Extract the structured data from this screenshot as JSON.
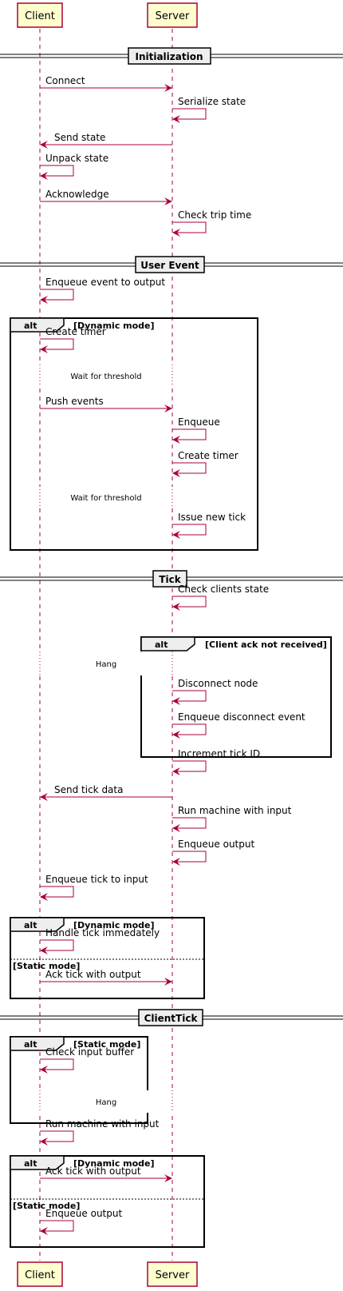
{
  "participants": [
    {
      "id": "client",
      "label": "Client"
    },
    {
      "id": "server",
      "label": "Server"
    }
  ],
  "colors": {
    "participant_fill": "#FEFECE",
    "participant_border": "#A80036",
    "lifeline": "#A80036",
    "arrow": "#A80036",
    "separator_fill": "#EEEEEE",
    "group_tab_fill": "#EEEEEE"
  },
  "separators": [
    "Initialization",
    "User Event",
    "Tick",
    "ClientTick"
  ],
  "messages": [
    "Connect",
    "Serialize state",
    "Send state",
    "Unpack state",
    "Acknowledge",
    "Check trip time",
    "Enqueue event to output",
    "Create timer",
    "Push events",
    "Enqueue",
    "Create timer",
    "Issue new tick",
    "Check clients state",
    "Disconnect node",
    "Enqueue disconnect event",
    "Increment tick ID",
    "Send tick data",
    "Run machine with input",
    "Enqueue output",
    "Enqueue tick to input",
    "Handle tick immedately",
    "Ack tick with output",
    "Check input buffer",
    "Run machine with input",
    "Ack tick with output",
    "Enqueue output"
  ],
  "delays": [
    "Wait for threshold",
    "Wait for threshold",
    "Hang",
    "Hang"
  ],
  "groups": [
    {
      "keyword": "alt",
      "condition": "[Dynamic mode]"
    },
    {
      "keyword": "alt",
      "condition": "[Client ack not received]"
    },
    {
      "keyword": "alt",
      "condition": "[Dynamic mode]",
      "else": "[Static mode]"
    },
    {
      "keyword": "alt",
      "condition": "[Static mode]"
    },
    {
      "keyword": "alt",
      "condition": "[Dynamic mode]",
      "else": "[Static mode]"
    }
  ]
}
